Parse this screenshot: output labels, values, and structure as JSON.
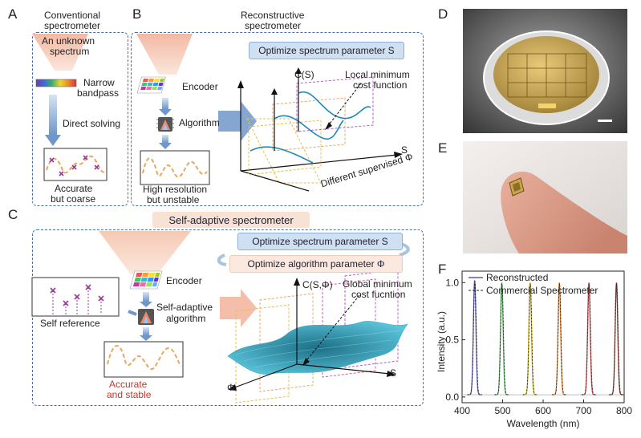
{
  "panels": {
    "A": {
      "letter": "A",
      "title": "Conventional spectrometer",
      "title_l1": "Conventional",
      "title_l2": "spectrometer",
      "cone_l1": "An unknown",
      "cone_l2": "spectrum",
      "filter_label_l1": "Narrow",
      "filter_label_l2": "bandpass",
      "step_label": "Direct solving",
      "result_l1": "Accurate",
      "result_l2": "but coarse"
    },
    "B": {
      "letter": "B",
      "title_l1": "Reconstructive",
      "title_l2": "spectrometer",
      "encoder": "Encoder",
      "algorithm": "Algorithm",
      "optimize": "Optimize spectrum parameter S",
      "axis_c": "C(S)",
      "axis_s": "S",
      "axis_phi": "Different supervised Φ",
      "local_min_l1": "Local minimum",
      "local_min_l2": "cost function",
      "result_l1": "High resolution",
      "result_l2": "but unstable"
    },
    "C": {
      "letter": "C",
      "title": "Self-adaptive spectrometer",
      "encoder": "Encoder",
      "algorithm_l1": "Self-adaptive",
      "algorithm_l2": "algorithm",
      "self_reference": "Self reference",
      "optimize_s": "Optimize spectrum parameter S",
      "optimize_phi": "Optimize algorithm parameter Φ",
      "axis_c": "C(S,Φ)",
      "axis_s": "S",
      "axis_phi": "Φ",
      "global_min_l1": "Global minimum",
      "global_min_l2": "cost fucntion",
      "result_l1": "Accurate",
      "result_l2": "and stable"
    },
    "D": {
      "letter": "D"
    },
    "E": {
      "letter": "E"
    },
    "F": {
      "letter": "F"
    }
  },
  "colors": {
    "box_dash": "#4a6fa5",
    "result_red": "#c0392b",
    "curve_orange": "#e8a860",
    "cross_purple": "#9b3a9b"
  },
  "chart_data": {
    "type": "line",
    "xlabel": "Wavelength (nm)",
    "ylabel": "Intensity (a.u.)",
    "xlim": [
      400,
      800
    ],
    "ylim": [
      -0.05,
      1.1
    ],
    "xticks": [
      "400",
      "500",
      "600",
      "700",
      "800"
    ],
    "yticks": [
      "0.0",
      "0.5",
      "1.0"
    ],
    "legend": [
      "Reconstructed",
      "Commercial Spectrometer"
    ],
    "legend_placement": "top",
    "peaks": [
      {
        "center": 431,
        "height": 1.0,
        "color": "#5a5ab0"
      },
      {
        "center": 498,
        "height": 0.98,
        "color": "#4caf50"
      },
      {
        "center": 568,
        "height": 0.98,
        "color": "#c8b400"
      },
      {
        "center": 640,
        "height": 0.98,
        "color": "#e07a20"
      },
      {
        "center": 713,
        "height": 0.98,
        "color": "#d04040"
      },
      {
        "center": 781,
        "height": 0.98,
        "color": "#8b3a2a"
      }
    ],
    "series": [
      {
        "name": "Reconstructed",
        "style": "solid"
      },
      {
        "name": "Commercial Spectrometer",
        "style": "dashed"
      }
    ]
  }
}
